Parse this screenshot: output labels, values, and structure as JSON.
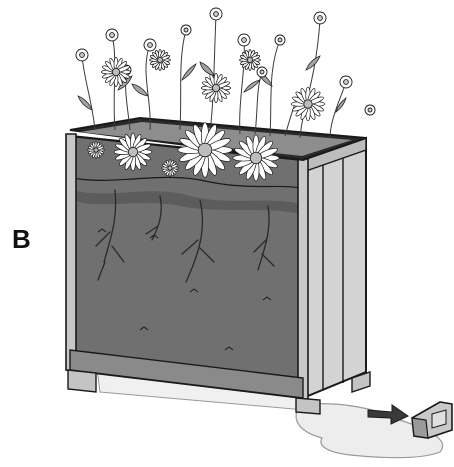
{
  "step_label": "B",
  "colors": {
    "outline": "#1a1a1a",
    "soil": "#6f6f6f",
    "soil_shadow": "#5a5a5a",
    "planter_side": "#d0d0d0",
    "planter_side_dark": "#b6b6b6",
    "water": "#e6e6e6",
    "flower_petal": "#ffffff",
    "flower_center": "#bdbdbd",
    "leaf": "#9a9a9a",
    "arrow": "#333333"
  },
  "icons": {
    "planter": "raised-planter-box",
    "flowers": "daisy-flowers",
    "arrow": "right-arrow-icon",
    "plug": "drain-plug-icon",
    "water": "water-puddle"
  }
}
